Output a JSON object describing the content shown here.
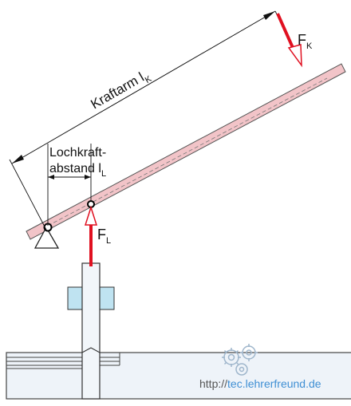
{
  "labels": {
    "kraftarm_main": "Kraftarm l",
    "kraftarm_sub": "K",
    "lochkraft_line1": "Lochkraft-",
    "lochkraft_line2_main": "abstand l",
    "lochkraft_line2_sub": "L",
    "fk_main": "F",
    "fk_sub": "K",
    "fl_main": "F",
    "fl_sub": "L"
  },
  "watermark": {
    "prefix": "http://",
    "domain": "tec.lehrerfreund.de"
  },
  "colors": {
    "lever_fill": "#f2c4c8",
    "force_red": "#e01020",
    "steel_light": "#e6eef6",
    "die_blue": "#bfe3f1",
    "watermark_blue": "#3f8fd4",
    "watermark_gray": "#555555"
  }
}
